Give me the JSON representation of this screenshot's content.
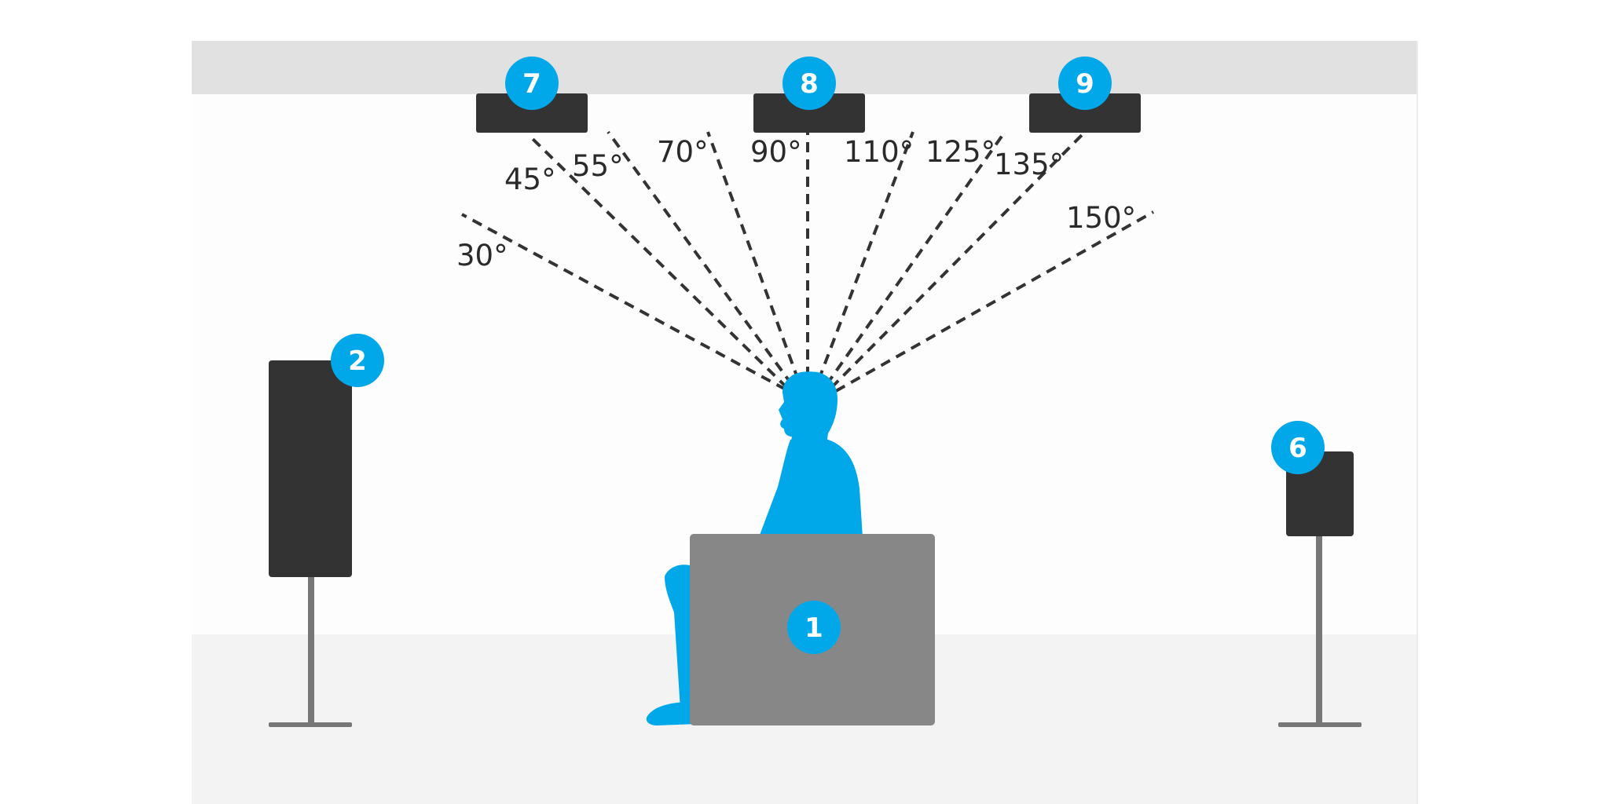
{
  "colors": {
    "ceiling": "#e1e1e1",
    "wall": "#fdfdfd",
    "floor": "#f3f3f3",
    "speaker": "#333333",
    "stand": "#777777",
    "seat": "#878787",
    "listener": "#00a8ea",
    "badge": "#00a8ea",
    "dash_line": "#333333"
  },
  "speakers": {
    "front_left": {
      "badge": "2"
    },
    "seat": {
      "badge": "1"
    },
    "surround_right": {
      "badge": "6"
    },
    "overhead_left": {
      "badge": "7"
    },
    "overhead_center": {
      "badge": "8"
    },
    "overhead_right": {
      "badge": "9"
    }
  },
  "angle_labels": [
    "30°",
    "45°",
    "55°",
    "70°",
    "90°",
    "110°",
    "125°",
    "135°",
    "150°"
  ],
  "icons": {
    "listener": "listener-silhouette-icon",
    "floor_speaker": "floor-standing-speaker-icon",
    "stand_speaker": "stand-mounted-speaker-icon",
    "ceiling_speaker": "ceiling-speaker-icon"
  }
}
